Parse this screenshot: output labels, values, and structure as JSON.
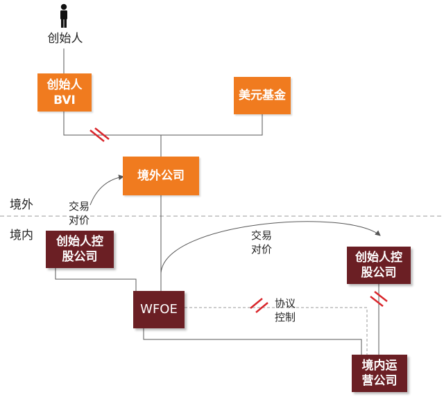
{
  "founder": {
    "label": "创始人"
  },
  "boxes": {
    "founder_bvi": "创始人\nBVI",
    "usd_fund": "美元基金",
    "offshore_company": "境外公司",
    "founder_holding_left": "创始人控\n股公司",
    "wfoe": "WFOE",
    "founder_holding_right": "创始人控\n股公司",
    "domestic_operating": "境内运\n营公司"
  },
  "labels": {
    "trade_consideration_left": "交易\n对价",
    "trade_consideration_right": "交易\n对价",
    "agreement_control": "协议\n控制"
  },
  "regions": {
    "offshore": "境外",
    "onshore": "境内"
  },
  "colors": {
    "orange": "#f07b1f",
    "maroon": "#6b1f24",
    "break_mark": "#d9252a",
    "line": "#555555",
    "dashed": "#999999"
  },
  "icons": {
    "founder": "person-icon"
  }
}
